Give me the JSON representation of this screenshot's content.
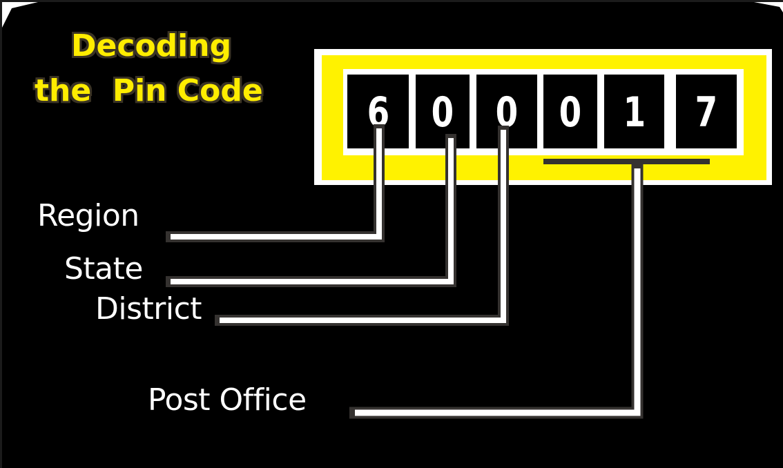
{
  "title": {
    "line1": "Decoding",
    "line2": "the  Pin Code"
  },
  "pin_code": {
    "digits": [
      "6",
      "0",
      "0",
      "0",
      "1",
      "7"
    ]
  },
  "labels": {
    "region": "Region",
    "state": "State",
    "district": "District",
    "post_office": "Post Office"
  },
  "mapping": [
    {
      "label": "Region",
      "digits": [
        1
      ]
    },
    {
      "label": "State",
      "digits": [
        2
      ]
    },
    {
      "label": "District",
      "digits": [
        3
      ]
    },
    {
      "label": "Post Office",
      "digits": [
        4,
        5,
        6
      ]
    }
  ],
  "colors": {
    "background": "#000000",
    "title_yellow": "#ffed00",
    "frame_yellow": "#fff200",
    "frame_white": "#ffffff",
    "connector": "#ffffff",
    "connector_outline": "#353230"
  }
}
